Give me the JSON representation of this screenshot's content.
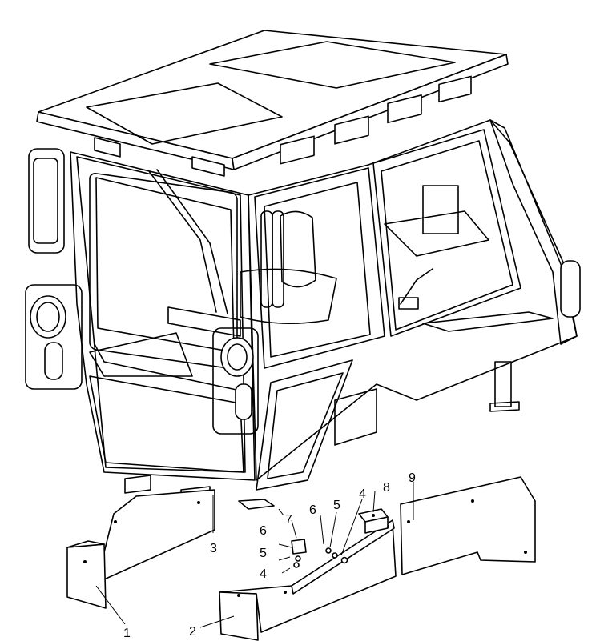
{
  "callouts": [
    {
      "id": "callout-1",
      "label": "1"
    },
    {
      "id": "callout-2",
      "label": "2"
    },
    {
      "id": "callout-3",
      "label": "3"
    },
    {
      "id": "callout-4a",
      "label": "4"
    },
    {
      "id": "callout-4b",
      "label": "4"
    },
    {
      "id": "callout-5a",
      "label": "5"
    },
    {
      "id": "callout-5b",
      "label": "5"
    },
    {
      "id": "callout-6a",
      "label": "6"
    },
    {
      "id": "callout-6b",
      "label": "6"
    },
    {
      "id": "callout-7",
      "label": "7"
    },
    {
      "id": "callout-8",
      "label": "8"
    },
    {
      "id": "callout-9",
      "label": "9"
    }
  ],
  "colors": {
    "line": "#000000",
    "background": "#ffffff"
  }
}
